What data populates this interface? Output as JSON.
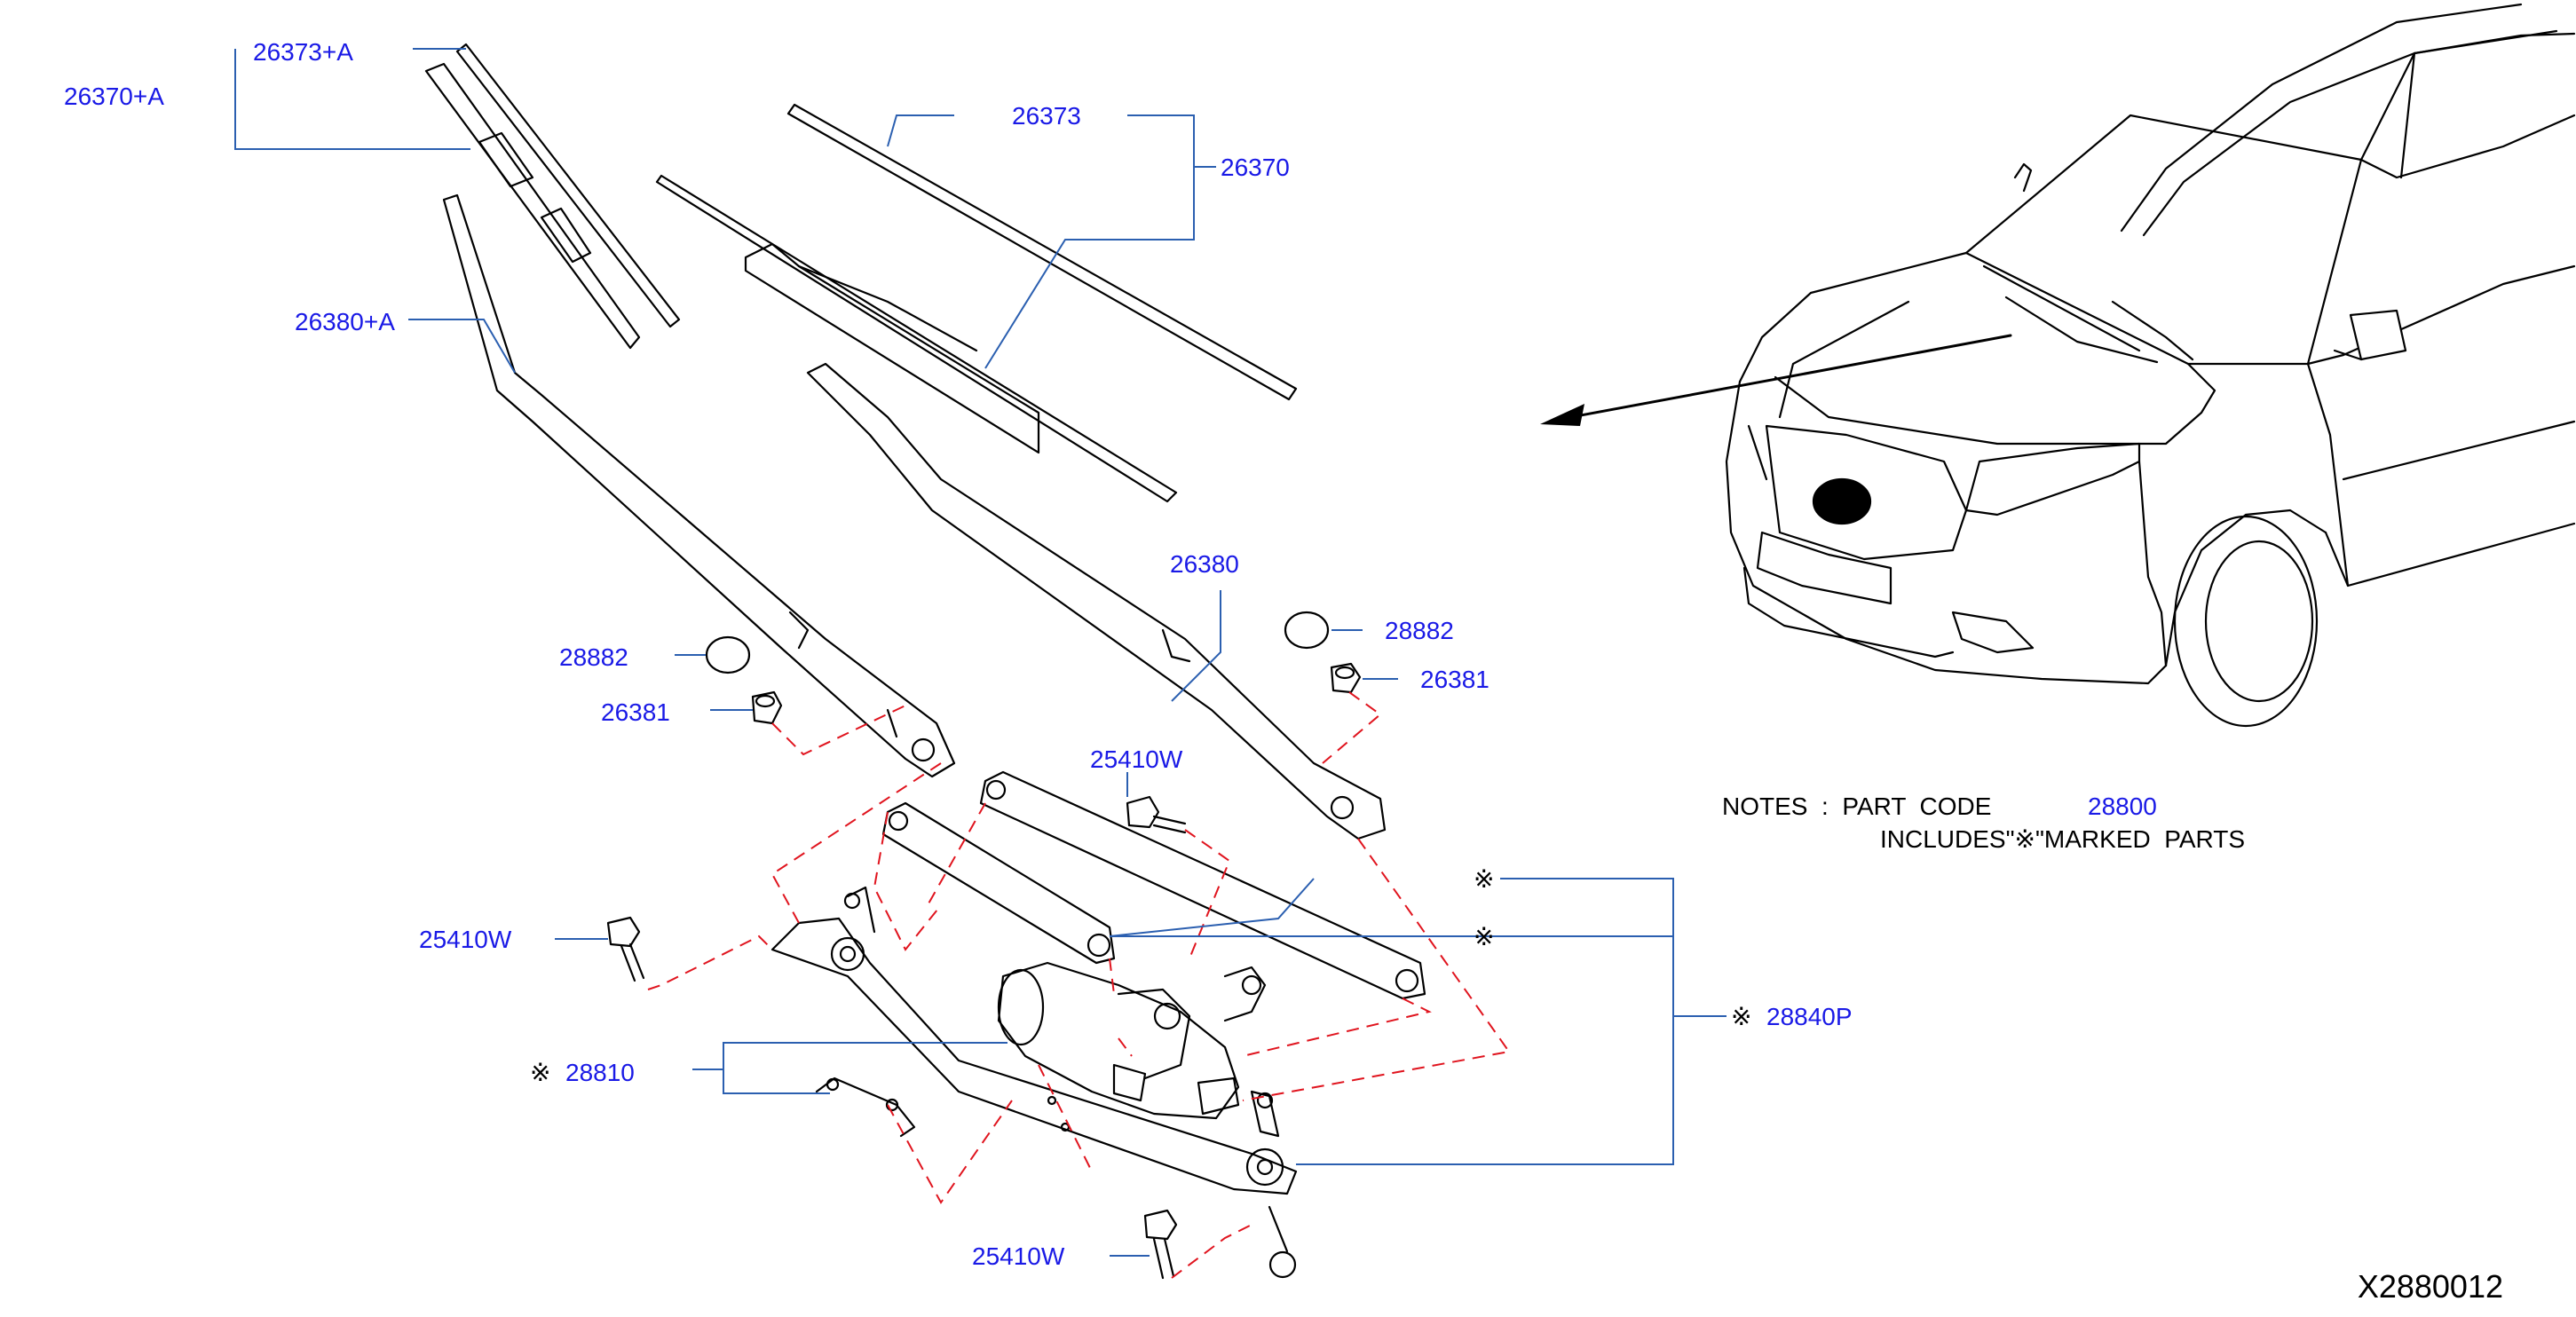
{
  "labels": {
    "26373_A": "26373+A",
    "26370_A": "26370+A",
    "26380_A": "26380+A",
    "26373": "26373",
    "26370": "26370",
    "26380": "26380",
    "28882_l": "28882",
    "26381_l": "26381",
    "28882_r": "28882",
    "26381_r": "26381",
    "25410W_top": "25410W",
    "25410W_left": "25410W",
    "25410W_bottom": "25410W",
    "28810": "28810",
    "28840P": "28840P",
    "mark_symbol": "※"
  },
  "notes": {
    "line1": "NOTES  :  PART  CODE",
    "code": "28800",
    "line2": "INCLUDES\"※\"MARKED  PARTS"
  },
  "figure_id": "X2880012"
}
